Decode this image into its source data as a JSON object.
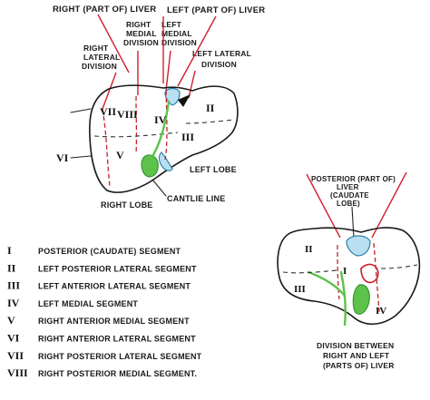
{
  "top_labels": {
    "right_part_liver": "RIGHT (PART OF) LIVER",
    "left_part_liver": "LEFT (PART OF) LIVER",
    "right_medial": [
      "RIGHT",
      "MEDIAL",
      "DIVISION"
    ],
    "left_medial": [
      "LEFT",
      "MEDIAL",
      "DIVISION"
    ],
    "right_lateral": [
      "RIGHT",
      "LATERAL",
      "DIVISION"
    ],
    "left_lateral": [
      "LEFT LATERAL",
      "DIVISION"
    ]
  },
  "main_segments": [
    "VII",
    "VIII",
    "IV",
    "II",
    "III",
    "VI",
    "V"
  ],
  "main_labels": {
    "left_lobe": "LEFT LOBE",
    "right_lobe": "RIGHT LOBE",
    "cantlie_line": "CANTLIE LINE"
  },
  "small_labels": {
    "posterior_part_liver": [
      "POSTERIOR (PART OF)",
      "LIVER",
      "(CAUDATE",
      "LOBE)"
    ],
    "caption": [
      "DIVISION BETWEEN",
      "RIGHT AND LEFT",
      "(PARTS OF) LIVER"
    ]
  },
  "small_segments": [
    "II",
    "III",
    "I",
    "IV"
  ],
  "legend": [
    {
      "numeral": "I",
      "text": "POSTERIOR (CAUDATE) SEGMENT"
    },
    {
      "numeral": "II",
      "text": "LEFT POSTERIOR LATERAL SEGMENT"
    },
    {
      "numeral": "III",
      "text": "LEFT ANTERIOR LATERAL SEGMENT"
    },
    {
      "numeral": "IV",
      "text": "LEFT MEDIAL SEGMENT"
    },
    {
      "numeral": "V",
      "text": "RIGHT ANTERIOR MEDIAL SEGMENT"
    },
    {
      "numeral": "VI",
      "text": "RIGHT ANTERIOR LATERAL SEGMENT"
    },
    {
      "numeral": "VII",
      "text": "RIGHT POSTERIOR LATERAL SEGMENT"
    },
    {
      "numeral": "VIII",
      "text": "RIGHT POSTERIOR MEDIAL SEGMENT."
    }
  ],
  "colors": {
    "division_lines": "#d0202c",
    "vessels": "#2e7fa8",
    "gallbladder": "#5cc24a"
  }
}
